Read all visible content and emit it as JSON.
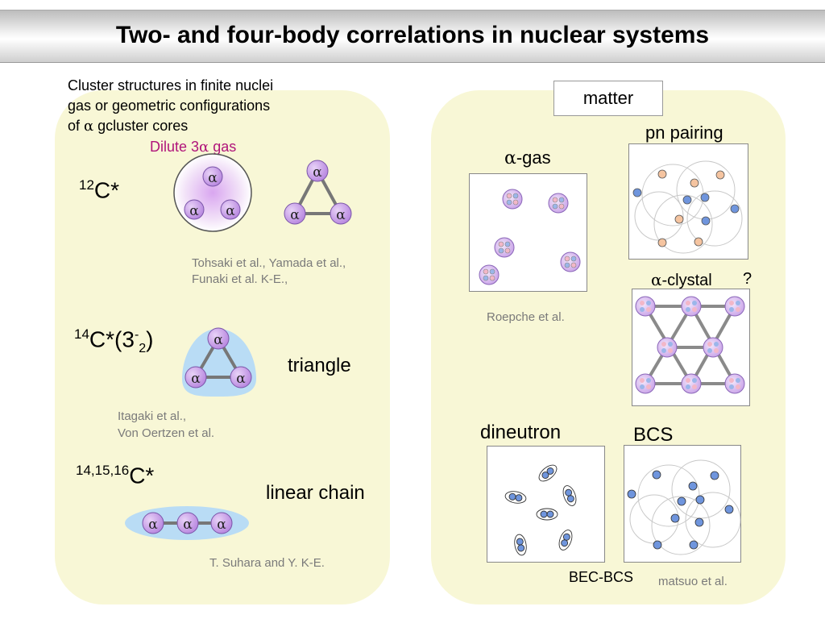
{
  "title": "Two- and four-body correlations in nuclear systems",
  "alpha_symbol": "α",
  "left": {
    "intro_line1": "Cluster structures in finite nuclei",
    "intro_line2": "gas or geometric configurations",
    "intro_line3_pre": "of ",
    "intro_line3_post": " gcluster cores",
    "dilute_pre": "Dilute 3",
    "dilute_post": " gas",
    "c12_mass": "12",
    "c12_label": "C*",
    "cite1_line1": "Tohsaki et al., Yamada et al.,",
    "cite1_line2": "Funaki et al. K-E.,",
    "c14_mass": "14",
    "c14_label": "C*(3",
    "c14_sup": "-",
    "c14_sub": "2",
    "c14_close": ")",
    "triangle_label": "triangle",
    "cite2_line1": "Itagaki et al.,",
    "cite2_line2": "Von Oertzen et al.",
    "c_chain_mass": "14,15,16",
    "c_chain_label": "C*",
    "chain_label": "linear chain",
    "cite3": "T. Suhara and Y. K-E."
  },
  "right": {
    "matter": "matter",
    "alpha_gas": "-gas",
    "pn_pairing": "pn pairing",
    "alpha_crystal": "-clystal",
    "question": "?",
    "cite_roepke": "Roepche et al.",
    "dineutron": "dineutron",
    "bcs": "BCS",
    "bec_bcs": "BEC-BCS",
    "cite_matsuo": "matsuo et al."
  },
  "colors": {
    "panel": "#f8f7d6",
    "alpha_fill": "#c99be6",
    "dilute_text": "#b0147a",
    "proton": "#f5c4a0",
    "neutron": "#6f95dd",
    "cite": "#7a7a7a"
  }
}
